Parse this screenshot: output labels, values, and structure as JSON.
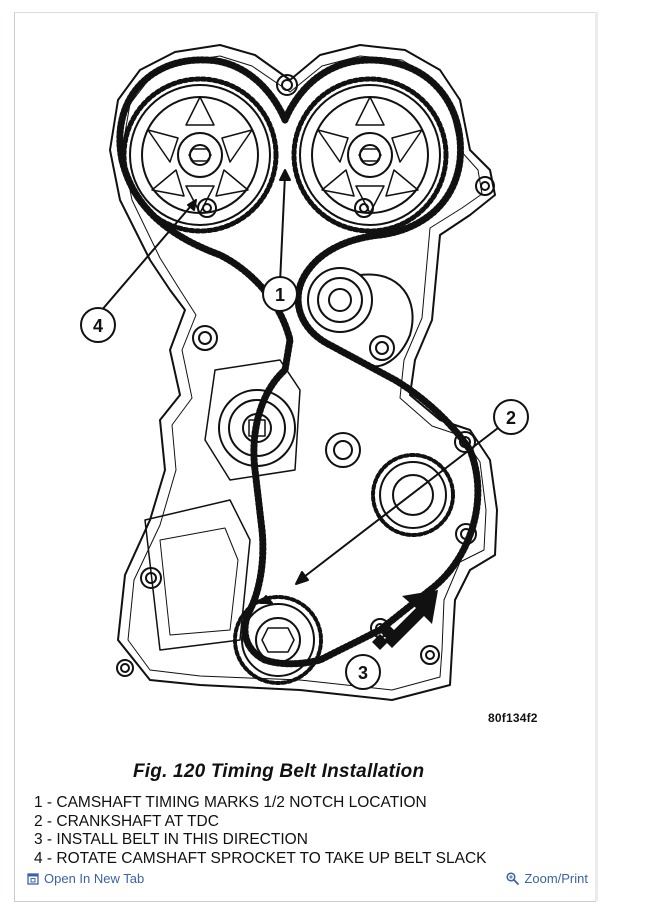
{
  "figure": {
    "code": "80f134f2",
    "title": "Fig. 120 Timing Belt Installation",
    "callouts": [
      "1",
      "2",
      "3",
      "4"
    ],
    "legend": [
      "1 - CAMSHAFT TIMING MARKS 1/2 NOTCH LOCATION",
      "2 - CRANKSHAFT AT TDC",
      "3 - INSTALL BELT IN THIS DIRECTION",
      "4 - ROTATE CAMSHAFT SPROCKET TO TAKE UP BELT SLACK"
    ]
  },
  "footer": {
    "open_tab_label": "Open In New Tab",
    "open_tab_icon": "external-window-icon",
    "zoom_label": "Zoom/Print",
    "zoom_icon": "magnifier-icon"
  },
  "colors": {
    "link": "#3a63a8",
    "line": "#111111"
  }
}
